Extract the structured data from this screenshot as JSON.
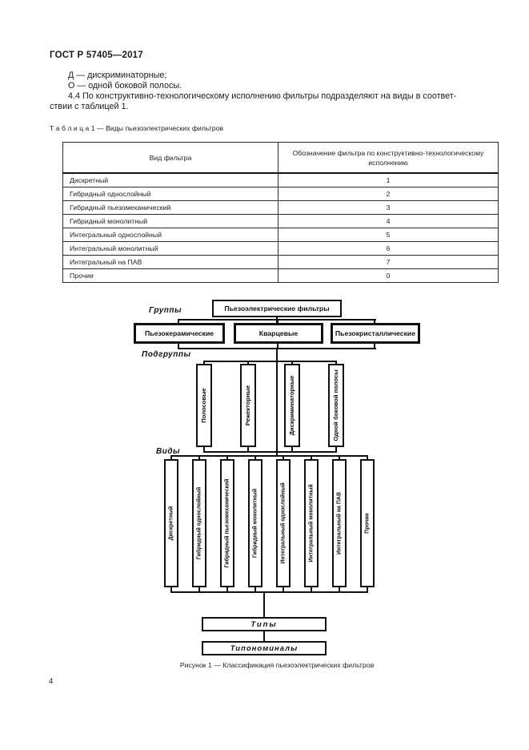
{
  "page": {
    "header": "ГОСТ Р 57405—2017",
    "page_number": "4"
  },
  "body": {
    "line_d": "Д — дискриминаторные;",
    "line_o": "О — одной боковой полосы.",
    "para_44": "4.4  По конструктивно-технологическому исполнению фильтры подразделяют на виды в соответ-\nствии с таблицей 1."
  },
  "table": {
    "caption": "Т а б л и ц а  1 — Виды пьезоэлектрических фильтров",
    "col1_header": "Вид фильтра",
    "col2_header": "Обозначение фильтра по конструктивно-технологическому\nисполнению",
    "rows": [
      {
        "type": "Дискретный",
        "code": "1"
      },
      {
        "type": "Гибридный однослойный",
        "code": "2"
      },
      {
        "type": "Гибридный пьезомеханический",
        "code": "3"
      },
      {
        "type": "Гибридный монолитный",
        "code": "4"
      },
      {
        "type": "Интегральный однослойный",
        "code": "5"
      },
      {
        "type": "Интегральный монолитный",
        "code": "6"
      },
      {
        "type": "Интегральный на ПАВ",
        "code": "7"
      },
      {
        "type": "Прочие",
        "code": "0"
      }
    ]
  },
  "figure": {
    "root": "Пьезоэлектрические фильтры",
    "label_groups": "Группы",
    "label_subgroups": "Подгруппы",
    "label_kinds": "Виды",
    "groups": [
      "Пьезокерамические",
      "Кварцевые",
      "Пьезокристаллические"
    ],
    "subgroups": [
      "Полосовые",
      "Режекторные",
      "Дискриминаторные",
      "Одной боковой полосы"
    ],
    "kinds": [
      "Дискретный",
      "Гибридный однослойный",
      "Гибридный пьезомеханический",
      "Гибридный монолитный",
      "Интегральный однослойный",
      "Интегральный монолитный",
      "Интегральный на ПАВ",
      "Прочие"
    ],
    "types_box": "Типы",
    "typonominals_box": "Типономиналы",
    "caption": "Рисунок 1 — Классификация пьезоэлектрических фильтров",
    "line_color": "#101010"
  }
}
